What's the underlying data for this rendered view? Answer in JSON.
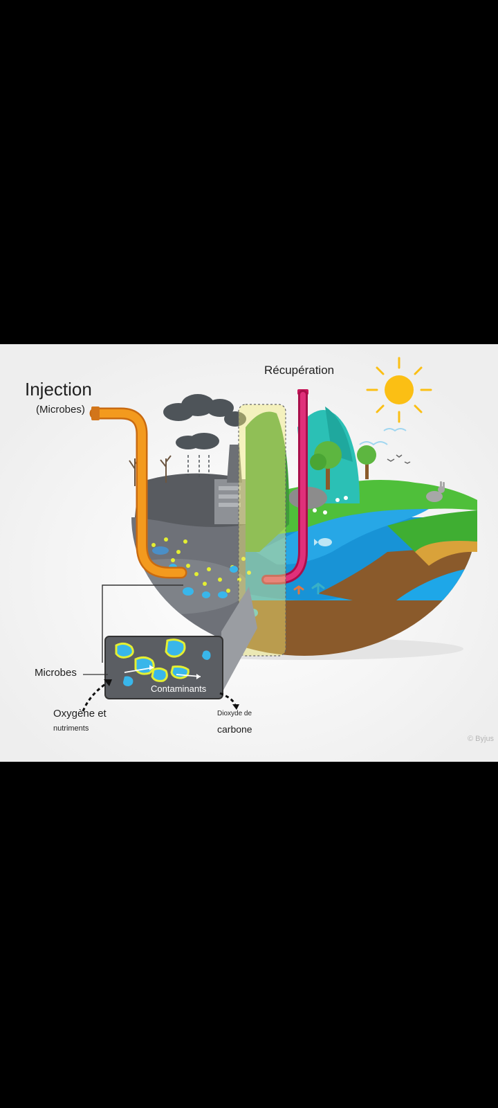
{
  "diagram": {
    "injection": "Injection",
    "microbes_paren": "(Microbes)",
    "recuperation": "Récupération",
    "microbes": "Microbes",
    "contaminants": "Contaminants",
    "oxygene_1": "Oxygène et",
    "oxygene_2": "nutriments",
    "dioxyde_1": "Dioxyde de",
    "dioxyde_2": "carbone",
    "credit": "© Byjus"
  },
  "colors": {
    "injection_pipe": "#f39a1e",
    "recovery_pipe": "#c8175a",
    "water": "#1ea7e8",
    "soil": "#8a5a2b",
    "grass": "#4fbf3a",
    "sun": "#fbbf14",
    "polluted_ground": "#7b7f86",
    "microbe_outline": "#e4ef32",
    "contaminant_fill": "#39b6ea"
  }
}
